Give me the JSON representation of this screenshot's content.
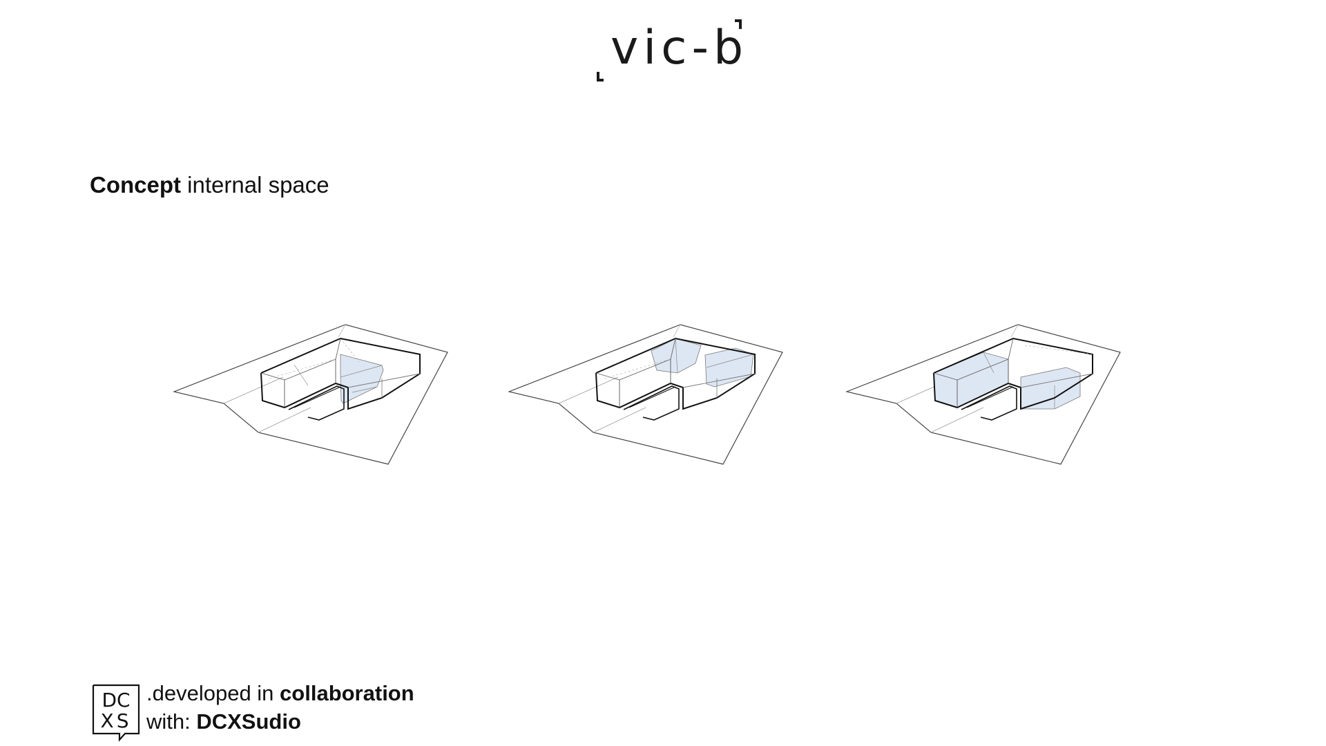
{
  "header": {
    "logo_text": "vic-b"
  },
  "concept": {
    "title_bold": "Concept",
    "title_rest": " internal space"
  },
  "diagrams": [
    {
      "highlight": "right-wing-corner"
    },
    {
      "highlight": "upper-and-right"
    },
    {
      "highlight": "left-wing-and-lower-right"
    }
  ],
  "colors": {
    "highlight_fill": "#dde6f3",
    "line": "#222222",
    "thin_line": "#888888"
  },
  "footer": {
    "logo_row1": "DC",
    "logo_row2": "XS",
    "line1_prefix": ".developed in ",
    "line1_bold": "collaboration",
    "line2_prefix": "with: ",
    "line2_bold": "DCXSudio"
  }
}
